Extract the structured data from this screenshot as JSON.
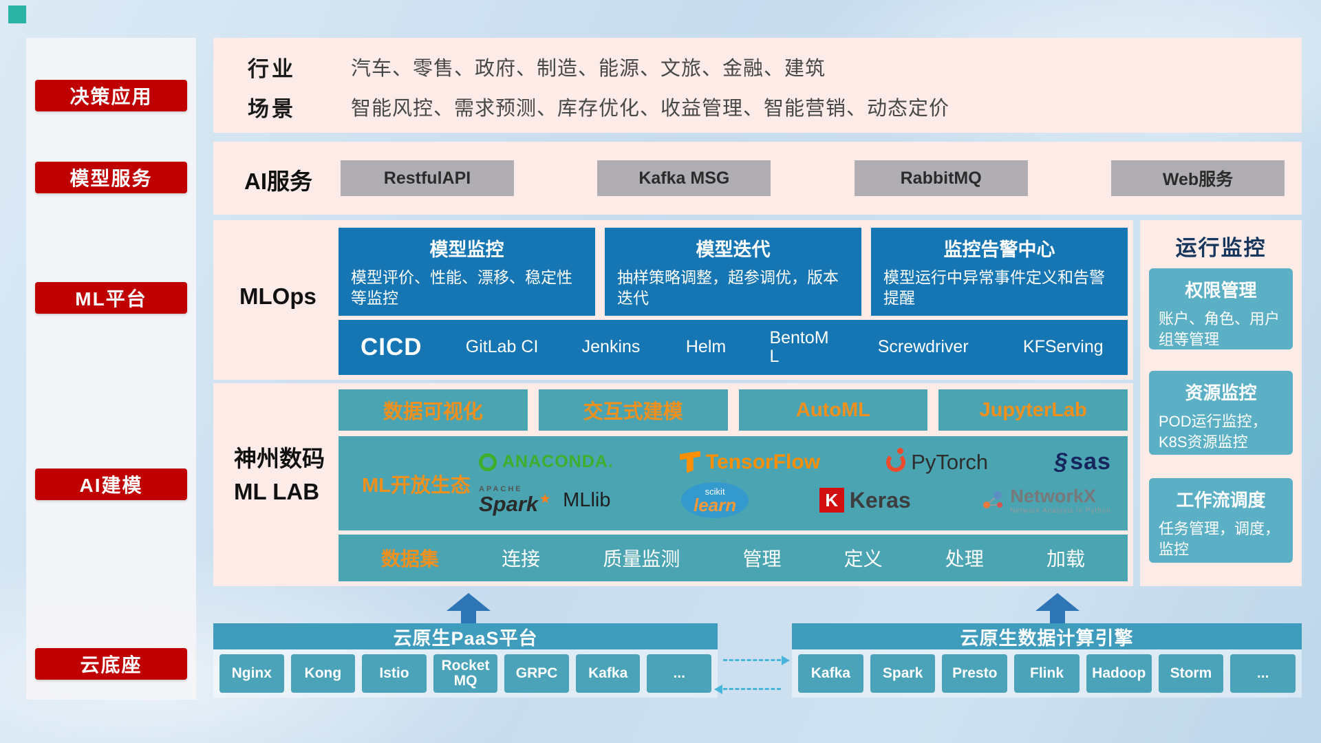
{
  "sidebar": {
    "items": [
      "决策应用",
      "模型服务",
      "ML平台",
      "AI建模",
      "云底座"
    ]
  },
  "industry": {
    "rows": [
      {
        "label": "行业",
        "value": "汽车、零售、政府、制造、能源、文旅、金融、建筑"
      },
      {
        "label": "场景",
        "value": "智能风控、需求预测、库存优化、收益管理、智能营销、动态定价"
      }
    ]
  },
  "ai_service": {
    "label": "AI服务",
    "buttons": [
      "RestfulAPI",
      "Kafka MSG",
      "RabbitMQ",
      "Web服务"
    ]
  },
  "mlops": {
    "label": "MLOps",
    "cards": [
      {
        "title": "模型监控",
        "desc": "模型评价、性能、漂移、稳定性等监控"
      },
      {
        "title": "模型迭代",
        "desc": "抽样策略调整，超参调优，版本迭代"
      },
      {
        "title": "监控告警中心",
        "desc": "模型运行中异常事件定义和告警提醒"
      }
    ],
    "cicd_title": "CICD",
    "cicd_items": [
      "GitLab CI",
      "Jenkins",
      "Helm",
      "BentoML",
      "Screwdriver",
      "KFServing"
    ]
  },
  "monitoring": {
    "title": "运行监控",
    "cards": [
      {
        "title": "权限管理",
        "desc": "账户、角色、用户组等管理"
      },
      {
        "title": "资源监控",
        "desc": "POD运行监控，K8S资源监控"
      },
      {
        "title": "工作流调度",
        "desc": "任务管理，调度，监控"
      }
    ]
  },
  "mllab": {
    "label_line1": "神州数码",
    "label_line2": "ML LAB",
    "tools": [
      "数据可视化",
      "交互式建模",
      "AutoML",
      "JupyterLab"
    ],
    "eco_label": "ML开放生态",
    "logos": {
      "anaconda": "ANACONDA.",
      "tensorflow": "TensorFlow",
      "pytorch": "PyTorch",
      "sas": "sas",
      "apache": "APACHE",
      "spark": "Spark",
      "mllib": "MLlib",
      "scikit_top": "scikit",
      "scikit_learn": "learn",
      "keras_k": "K",
      "keras": "Keras",
      "networkx": "NetworkX",
      "networkx_tagline": "Network Analysis in Python"
    },
    "dataset": [
      "数据集",
      "连接",
      "质量监测",
      "管理",
      "定义",
      "处理",
      "加载"
    ]
  },
  "cloud": {
    "paas_title": "云原生PaaS平台",
    "paas_items": [
      "Nginx",
      "Kong",
      "Istio",
      "RocketMQ",
      "GRPC",
      "Kafka",
      "..."
    ],
    "engine_title": "云原生数据计算引擎",
    "engine_items": [
      "Kafka",
      "Spark",
      "Presto",
      "Flink",
      "Hadoop",
      "Storm",
      "..."
    ]
  },
  "colors": {
    "accent_red": "#c00000",
    "panel_pink": "#fcebe7",
    "blue": "#1576b3",
    "teal": "#4ba4b1",
    "teal_light": "#5cb0c5",
    "orange": "#f2901d"
  }
}
